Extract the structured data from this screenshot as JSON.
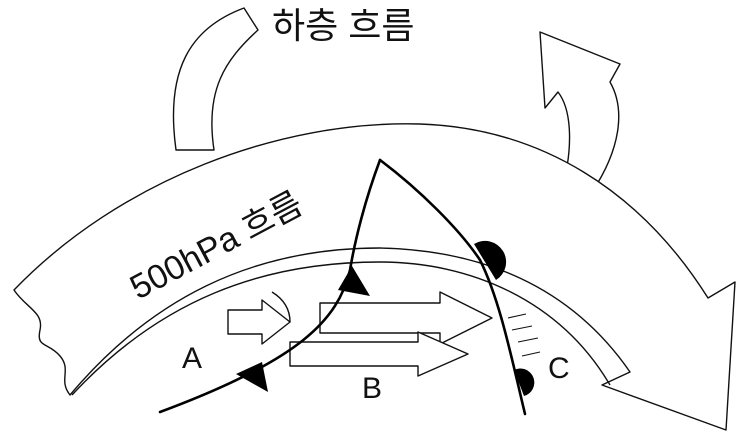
{
  "labels": {
    "lower_flow": "하층 흐름",
    "upper_flow": "500hPa 흐름",
    "region_a": "A",
    "region_b": "B",
    "region_c": "C"
  }
}
